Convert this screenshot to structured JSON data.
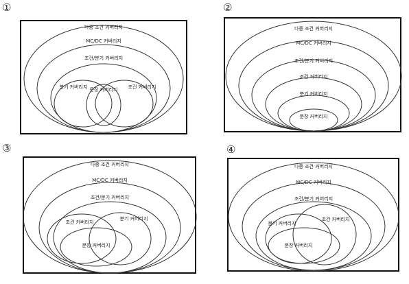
{
  "labels": {
    "multi_condition": "다중 조건 커버리지",
    "mcdc": "MC/DC 커버리지",
    "condition_decision": "조건/분기 커버리지",
    "condition": "조건 커버리지",
    "decision": "분기 커버리지",
    "statement": "문장 커버리지"
  },
  "panels": [
    {
      "number": "①"
    },
    {
      "number": "②"
    },
    {
      "number": "③"
    },
    {
      "number": "④"
    }
  ]
}
